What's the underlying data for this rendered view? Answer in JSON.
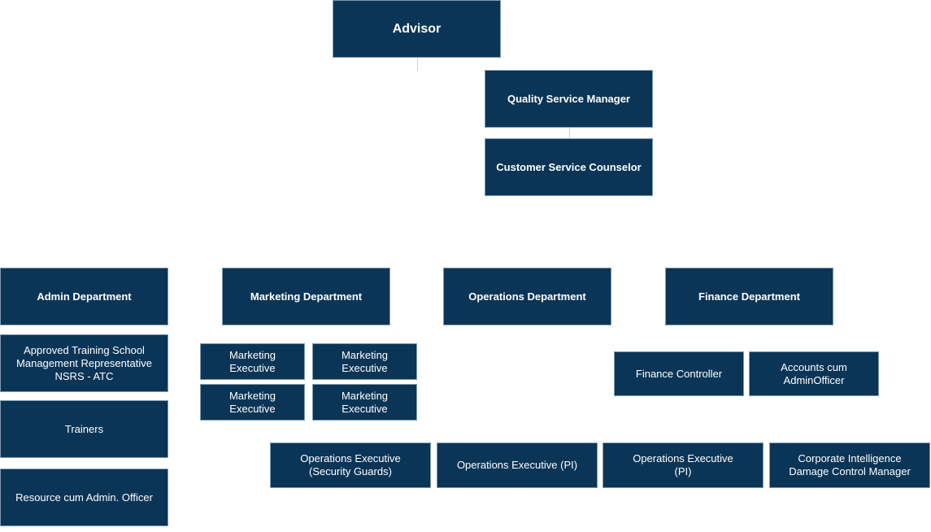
{
  "top": {
    "advisor": "Advisor",
    "quality_service_manager": "Quality Service Manager",
    "customer_service_counselor": "Customer Service Counselor"
  },
  "departments": {
    "admin": "Admin Department",
    "marketing": "Marketing Department",
    "operations": "Operations Department",
    "finance": "Finance Department"
  },
  "admin": {
    "approved_training": "Approved Training School\nManagement Representative\nNSRS - ATC",
    "trainers": "Trainers",
    "resource_officer": "Resource cum Admin. Officer"
  },
  "marketing": {
    "executives": [
      "Marketing\nExecutive",
      "Marketing\nExecutive",
      "Marketing\nExecutive",
      "Marketing\nExecutive"
    ]
  },
  "finance": {
    "controller": "Finance Controller",
    "accounts": "Accounts cum\nAdminOfficer"
  },
  "operations": {
    "roles": [
      "Operations Executive\n(Security Guards)",
      "Operations Executive (PI)",
      "Operations Executive\n(PI)",
      "Corporate Intelligence\nDamage Control Manager"
    ]
  },
  "colors": {
    "box_fill": "#0b3557",
    "box_text": "#ffffff",
    "box_border": "#7f9bb3"
  }
}
